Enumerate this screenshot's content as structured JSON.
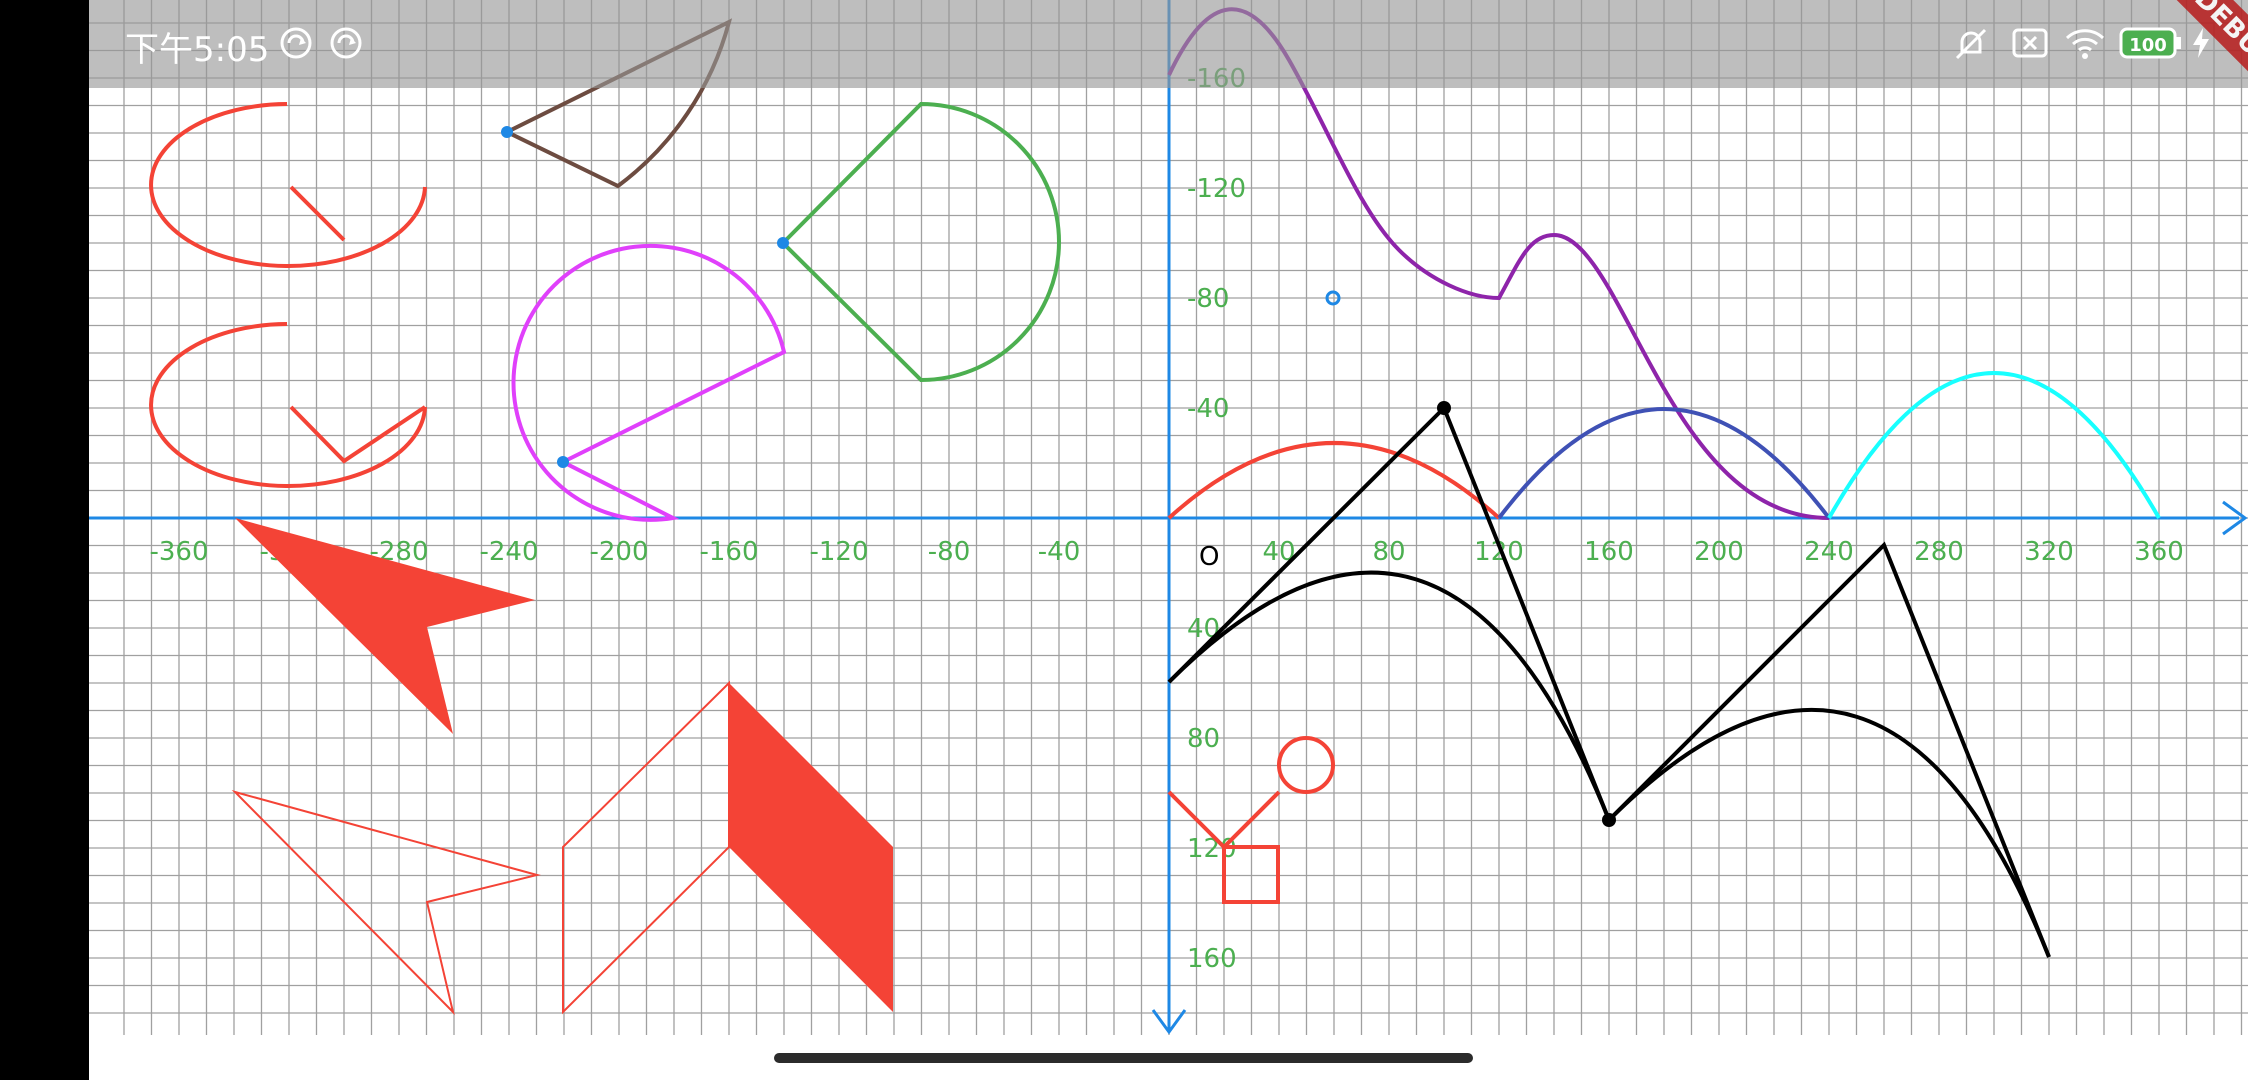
{
  "status_bar": {
    "time": "下午5:05",
    "battery_level": "100",
    "icons": [
      "sync-icon",
      "sync-icon",
      "mute-icon",
      "sim-card-icon",
      "wifi-icon",
      "battery-icon",
      "charging-bolt-icon"
    ]
  },
  "debug_banner": {
    "label": "DEBUG"
  },
  "axes": {
    "origin_label": "O",
    "x_tick_labels": [
      "-360",
      "-320",
      "-280",
      "-240",
      "-200",
      "-160",
      "-120",
      "-80",
      "-40",
      "40",
      "80",
      "120",
      "160",
      "200",
      "240",
      "280",
      "320",
      "360"
    ],
    "y_tick_labels_up": [
      "-160",
      "-120",
      "-80",
      "-40"
    ],
    "y_tick_labels_down": [
      "40",
      "80",
      "120",
      "160"
    ],
    "colors": {
      "axis": "#1e88e5",
      "grid": "#9e9e9e",
      "tick_text": "#4caf50"
    }
  },
  "colors": {
    "red": "#f44336",
    "brown": "#6d4c41",
    "magenta": "#e040fb",
    "green": "#4caf50",
    "purple": "#8e24aa",
    "indigo": "#3f51b5",
    "cyan": "#18ffff",
    "black": "#000000",
    "point_blue": "#1e88e5"
  }
}
